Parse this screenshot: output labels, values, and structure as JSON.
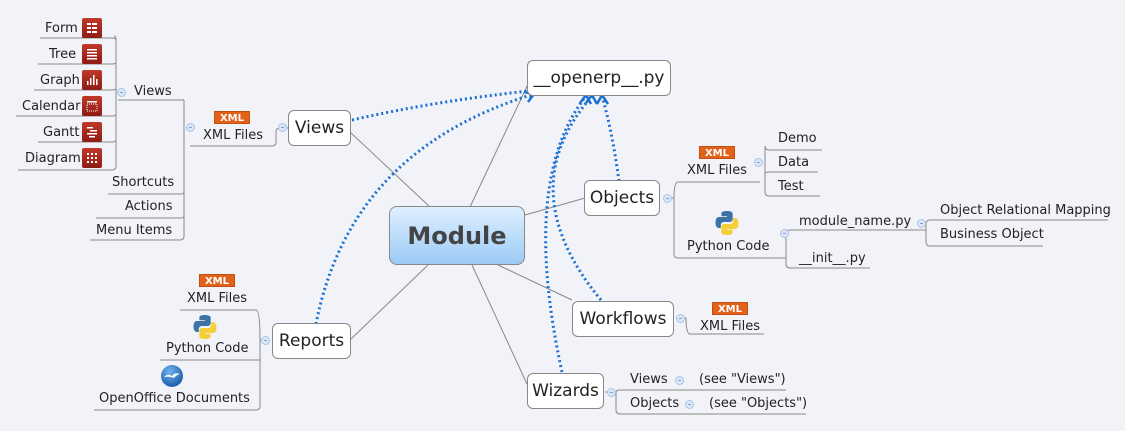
{
  "central": {
    "label": "Module"
  },
  "target": {
    "label": "__openerp__.py"
  },
  "branches": {
    "views": {
      "label": "Views",
      "xml_badge": "XML",
      "xml_files": "XML Files",
      "subviews_label": "Views",
      "view_types": [
        {
          "label": "Form",
          "icon": "form-view-icon"
        },
        {
          "label": "Tree",
          "icon": "tree-view-icon"
        },
        {
          "label": "Graph",
          "icon": "graph-view-icon"
        },
        {
          "label": "Calendar",
          "icon": "calendar-view-icon"
        },
        {
          "label": "Gantt",
          "icon": "gantt-view-icon"
        },
        {
          "label": "Diagram",
          "icon": "diagram-view-icon"
        }
      ],
      "others": [
        "Shortcuts",
        "Actions",
        "Menu Items"
      ]
    },
    "objects": {
      "label": "Objects",
      "xml_badge": "XML",
      "xml_files": "XML Files",
      "xml_children": [
        "Demo",
        "Data",
        "Test"
      ],
      "python_code": "Python Code",
      "module_name": "module_name.py",
      "module_children": [
        "Object Relational Mapping",
        "Business Object"
      ],
      "init": "__init__.py"
    },
    "workflows": {
      "label": "Workflows",
      "xml_badge": "XML",
      "xml_files": "XML Files"
    },
    "reports": {
      "label": "Reports",
      "xml_badge": "XML",
      "xml_files": "XML Files",
      "python_code": "Python Code",
      "openoffice": "OpenOffice Documents"
    },
    "wizards": {
      "label": "Wizards",
      "children": [
        {
          "label": "Views",
          "note": "(see \"Views\")"
        },
        {
          "label": "Objects",
          "note": "(see \"Objects\")"
        }
      ]
    }
  },
  "colors": {
    "dependency_arrow": "#1a6fd0",
    "xml_badge": "#e2621a",
    "view_icon": "#a82a1f",
    "central_fill": "#b8dcfb"
  }
}
